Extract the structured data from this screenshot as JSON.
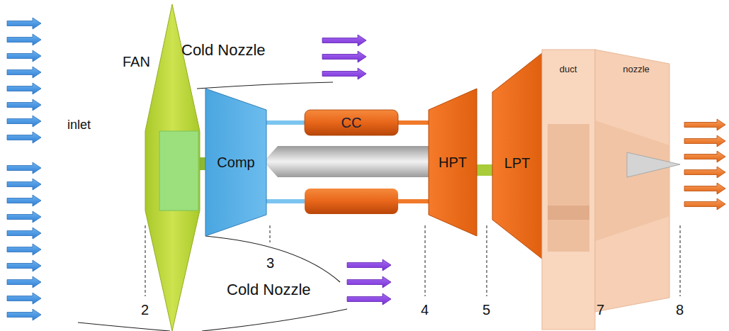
{
  "diagram": {
    "nodes": [
      {
        "text": [
          "FAN"
        ]
      },
      {
        "text": [
          "Comp"
        ]
      },
      {
        "text": [
          "CC"
        ]
      },
      {
        "text": [
          "HPT"
        ]
      },
      {
        "text": [
          "LPT"
        ]
      },
      {
        "text": [
          "duct"
        ]
      },
      {
        "text": [
          "nozzle"
        ]
      }
    ],
    "edges": [
      {
        "from": 1,
        "to": 2,
        "arrow": "none"
      },
      {
        "from": 2,
        "to": 3,
        "arrow": "none"
      }
    ],
    "labels": [
      "inlet",
      "Cold Nozzle",
      "Cold Nozzle",
      "2",
      "3",
      "4",
      "5",
      "7",
      "8"
    ]
  }
}
